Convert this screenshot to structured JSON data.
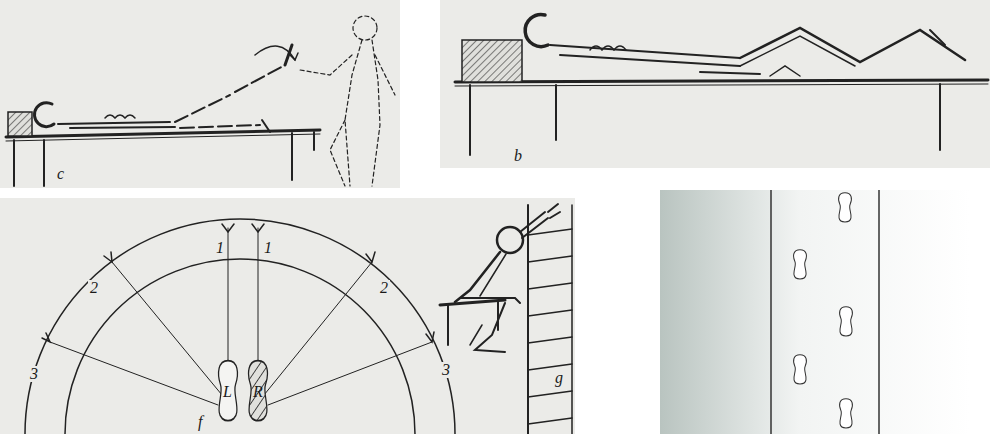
{
  "diagram": {
    "labels": [
      "c",
      "b",
      "1",
      "1",
      "2",
      "2",
      "3",
      "3",
      "L",
      "R",
      "f",
      "g"
    ]
  }
}
